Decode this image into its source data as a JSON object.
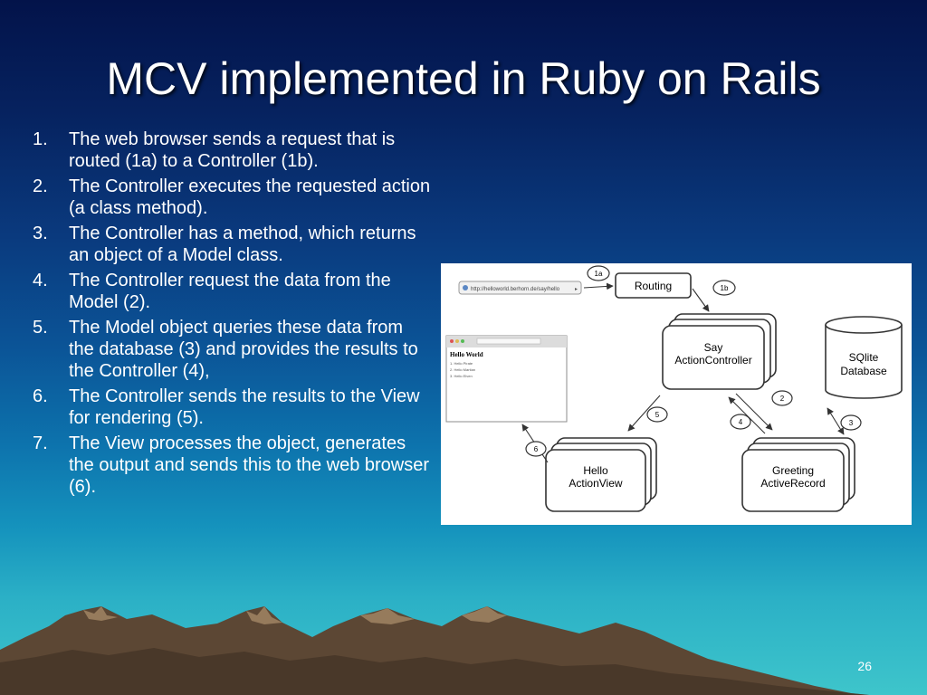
{
  "slide": {
    "title": "MCV implemented in Ruby on Rails",
    "page_number": "26"
  },
  "steps": [
    {
      "num": "1.",
      "text": "The web browser sends a request that is routed (1a) to a Controller (1b)."
    },
    {
      "num": "2.",
      "text": "The Controller executes the requested action (a class method)."
    },
    {
      "num": "3.",
      "text": "The Controller has a method, which returns an object of a Model class."
    },
    {
      "num": "4.",
      "text": "The Controller request the data from the Model (2)."
    },
    {
      "num": "5.",
      "text": "The Model object queries these data from the database (3) and provides the results to the Controller (4),"
    },
    {
      "num": "6.",
      "text": "The Controller sends the results to the View for rendering (5)."
    },
    {
      "num": "7.",
      "text": "The View processes the object, generates the output and sends this to the web browser (6)."
    }
  ],
  "diagram": {
    "url": "http://helloworld.berhorn.de/say/hello",
    "browser_page_title": "Hello World",
    "browser_page_lines": [
      "1. Hello Pirate",
      "2. Hello Martian",
      "3. Hello Elven"
    ],
    "routing": "Routing",
    "controller": {
      "line1": "Say",
      "line2": "ActionController"
    },
    "database": {
      "line1": "SQlite",
      "line2": "Database"
    },
    "view": {
      "line1": "Hello",
      "line2": "ActionView"
    },
    "model": {
      "line1": "Greeting",
      "line2": "ActiveRecord"
    },
    "step_labels": {
      "s1a": "1a",
      "s1b": "1b",
      "s2": "2",
      "s3": "3",
      "s4": "4",
      "s5": "5",
      "s6": "6"
    }
  }
}
